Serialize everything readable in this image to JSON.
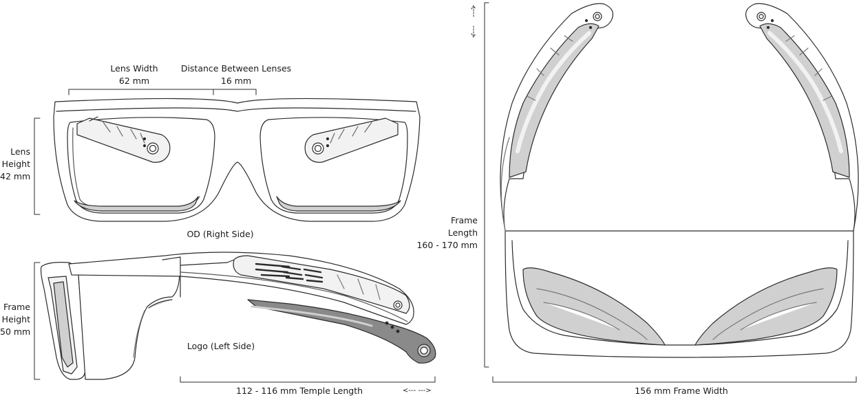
{
  "labels": {
    "lens_width_title": "Lens Width",
    "lens_width_value": "62 mm",
    "distance_title": "Distance Between Lenses",
    "distance_value": "16 mm",
    "lens_height_l1": "Lens",
    "lens_height_l2": "Height",
    "lens_height_l3": "42 mm",
    "front_view_caption": "OD (Right Side)",
    "frame_height_l1": "Frame",
    "frame_height_l2": "Height",
    "frame_height_l3": "50 mm",
    "side_view_caption": "Logo (Left Side)",
    "temple_length": "112 - 116 mm  Temple Length",
    "temple_arrows": "<---  --->",
    "frame_length_l1": "Frame",
    "frame_length_l2": "Length",
    "frame_length_l3": "160 - 170 mm",
    "frame_width": "156 mm  Frame Width"
  },
  "colors": {
    "line": "#2a2a2a",
    "fill_light": "#f2f2f2",
    "fill_mid": "#d0d0d0",
    "fill_dark": "#8a8a8a"
  }
}
